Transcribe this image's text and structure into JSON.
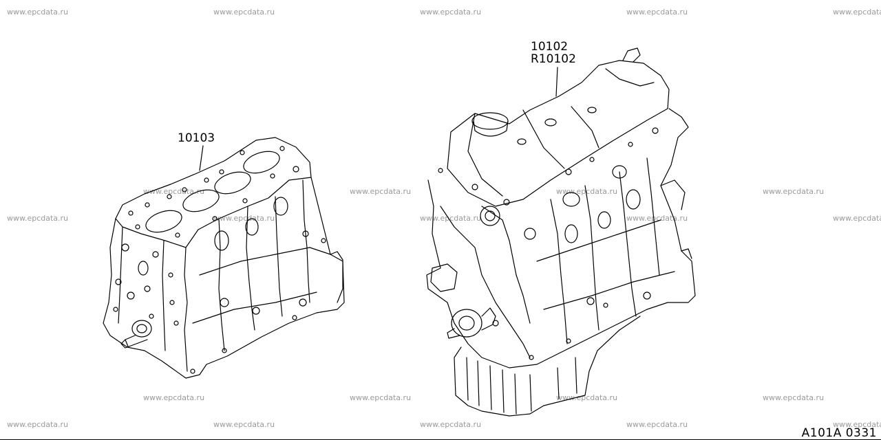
{
  "watermark": "www.epcdata.ru",
  "callouts": {
    "short_block": "10103",
    "full_engine_1": "10102",
    "full_engine_2": "R10102"
  },
  "diagram_code": "A101A 0331",
  "colors": {
    "line": "#000000",
    "watermark": "#9a9a9a",
    "background": "#ffffff"
  }
}
